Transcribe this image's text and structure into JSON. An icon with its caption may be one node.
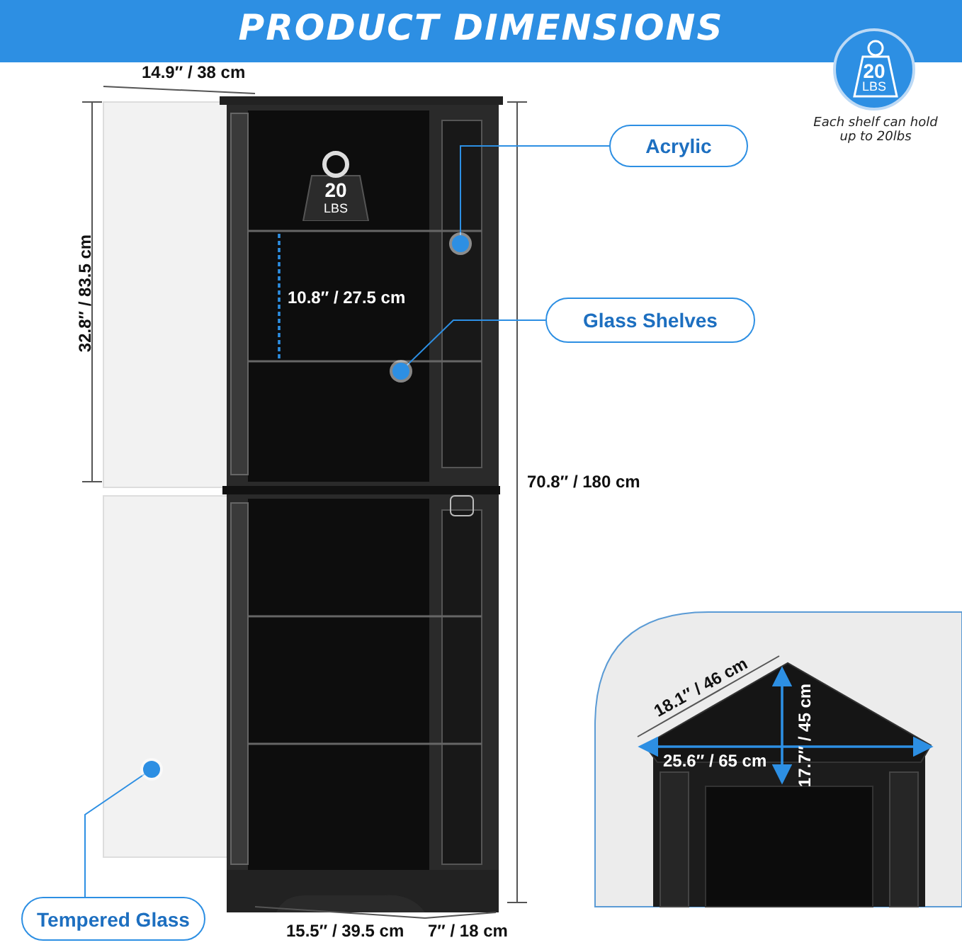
{
  "diagram": {
    "title": "PRODUCT DIMENSIONS",
    "nodes": [
      {
        "text": [
          "20",
          "LBS"
        ],
        "beside": [
          "Each shelf can hold up to 20lbs"
        ]
      },
      {
        "text": [
          "Acrylic"
        ]
      },
      {
        "text": [],
        "shape": "circle"
      },
      {
        "text": [
          "20",
          "LBS"
        ]
      },
      {
        "text": [
          "Glass Shelves"
        ]
      },
      {
        "text": [],
        "shape": "circle"
      },
      {
        "text": [
          "Tempered Glass"
        ]
      },
      {
        "text": [],
        "shape": "circle"
      }
    ],
    "edges": [
      {
        "from": 1,
        "to": 2,
        "arrow": "none"
      },
      {
        "from": 4,
        "to": 5,
        "arrow": "none"
      },
      {
        "from": 6,
        "to": 7,
        "arrow": "none"
      }
    ],
    "labels": [
      "14.9″ / 38 cm",
      "32.8″ / 83.5 cm",
      "10.8″ / 27.5 cm",
      "70.8″ / 180 cm",
      "18.1″ / 46 cm",
      "17.7″ / 45 cm",
      "25.6″ / 65 cm",
      "15.5″ / 39.5 cm",
      "7″ / 18 cm"
    ]
  }
}
